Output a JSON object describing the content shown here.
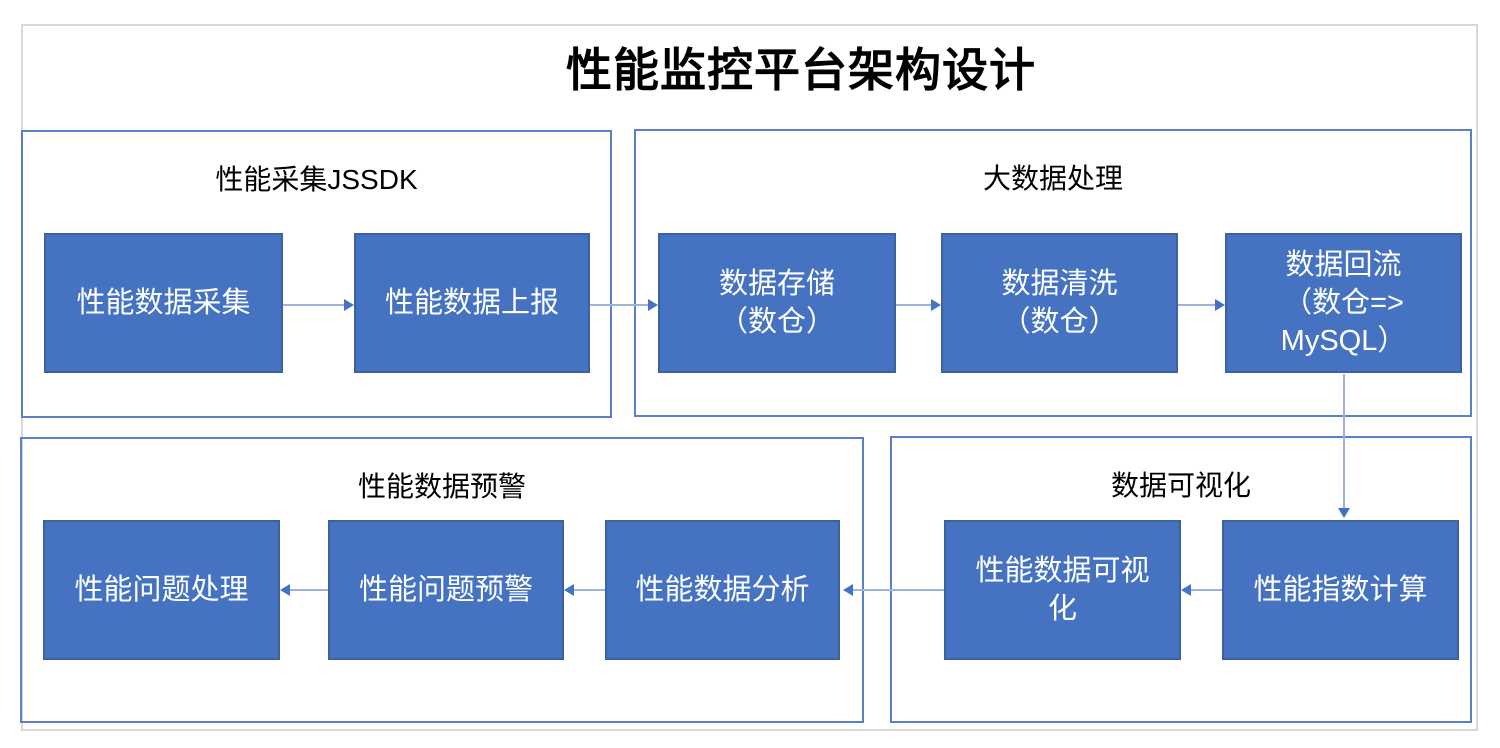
{
  "title": "性能监控平台架构设计",
  "colors": {
    "box_fill": "#4573C2",
    "box_border": "#3D629F",
    "group_border": "#5B80C8",
    "arrow_line": "#9FB2DC",
    "arrow_head": "#4472C4",
    "frame_border": "#D8D8D8",
    "text_dark": "#000000",
    "text_light": "#FFFFFF"
  },
  "groups": [
    {
      "id": "jssdk",
      "label": "性能采集JSSDK"
    },
    {
      "id": "bigdata",
      "label": "大数据处理"
    },
    {
      "id": "alert",
      "label": "性能数据预警"
    },
    {
      "id": "viz",
      "label": "数据可视化"
    }
  ],
  "nodes": [
    {
      "id": "collect",
      "label": "性能数据采集"
    },
    {
      "id": "report",
      "label": "性能数据上报"
    },
    {
      "id": "store",
      "label": "数据存储\n（数仓）"
    },
    {
      "id": "clean",
      "label": "数据清洗\n（数仓）"
    },
    {
      "id": "reflow",
      "label": "数据回流\n（数仓=>\nMySQL）"
    },
    {
      "id": "handle",
      "label": "性能问题处理"
    },
    {
      "id": "warn",
      "label": "性能问题预警"
    },
    {
      "id": "analyze",
      "label": "性能数据分析"
    },
    {
      "id": "visualize",
      "label": "性能数据可视\n化"
    },
    {
      "id": "index",
      "label": "性能指数计算"
    }
  ],
  "flows": [
    {
      "from": "collect",
      "to": "report",
      "direction": "right"
    },
    {
      "from": "report",
      "to": "store",
      "direction": "right"
    },
    {
      "from": "store",
      "to": "clean",
      "direction": "right"
    },
    {
      "from": "clean",
      "to": "reflow",
      "direction": "right"
    },
    {
      "from": "reflow",
      "to": "index",
      "direction": "down"
    },
    {
      "from": "index",
      "to": "visualize",
      "direction": "left"
    },
    {
      "from": "visualize",
      "to": "analyze",
      "direction": "left"
    },
    {
      "from": "analyze",
      "to": "warn",
      "direction": "left"
    },
    {
      "from": "warn",
      "to": "handle",
      "direction": "left"
    }
  ]
}
